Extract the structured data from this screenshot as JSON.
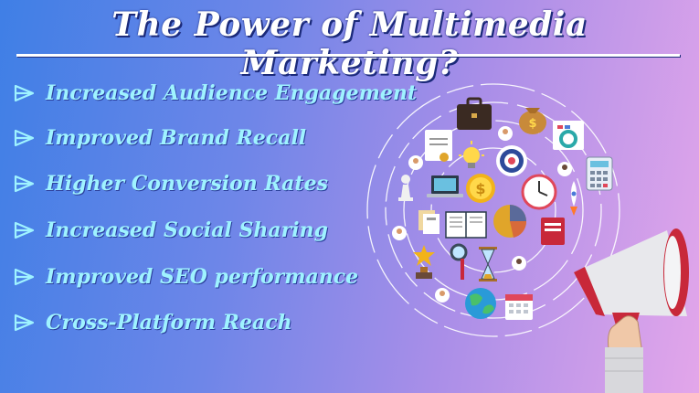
{
  "title": "The Power of Multimedia Marketing?",
  "bullets": [
    "Increased Audience Engagement",
    "Improved Brand Recall",
    "Higher Conversion Rates",
    "Increased Social Sharing",
    "Improved SEO performance",
    "Cross-Platform Reach"
  ],
  "colors": {
    "title": "#ffffff",
    "bullet_text": "#9ff3ff",
    "background_start": "#3f7fe6",
    "background_end": "#e3a6ea",
    "megaphone_red": "#c8283a"
  },
  "icons": [
    "briefcase-icon",
    "money-bag-icon",
    "report-icon",
    "target-icon",
    "lightbulb-icon",
    "certificate-icon",
    "calculator-icon",
    "rocket-icon",
    "laptop-icon",
    "coin-icon",
    "clock-icon",
    "chess-pawn-icon",
    "book-icon",
    "pie-chart-icon",
    "hourglass-icon",
    "trophy-icon",
    "magnifier-icon",
    "globe-icon",
    "calendar-icon",
    "megaphone-icon"
  ]
}
